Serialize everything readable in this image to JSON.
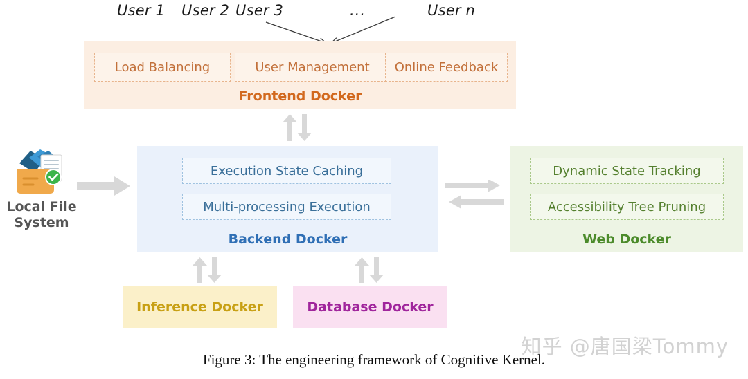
{
  "users": {
    "labels": [
      "User 1",
      "User 2",
      "User 3",
      "User n"
    ],
    "ellipsis": "..."
  },
  "dockers": {
    "frontend": {
      "title": "Frontend Docker",
      "color": "#d2691e",
      "background": "#fceee2",
      "modules": [
        "Load Balancing",
        "User Management",
        "Online Feedback"
      ]
    },
    "backend": {
      "title": "Backend Docker",
      "color": "#2f6fb5",
      "background": "#eaf1fb",
      "modules": [
        "Execution State Caching",
        "Multi-processing Execution"
      ]
    },
    "web": {
      "title": "Web Docker",
      "color": "#4c8b2b",
      "background": "#edf4e4",
      "modules": [
        "Dynamic State Tracking",
        "Accessibility Tree Pruning"
      ]
    },
    "inference": {
      "title": "Inference Docker",
      "color": "#c8a014",
      "background": "#fbf0c9"
    },
    "database": {
      "title": "Database Docker",
      "color": "#a0259c",
      "background": "#fae0f1"
    }
  },
  "local_file_system": {
    "label_line1": "Local File",
    "label_line2": "System",
    "icon": "folder-with-documents-check-icon"
  },
  "caption": "Figure 3: The engineering framework of Cognitive Kernel.",
  "watermark": "知乎 @唐国梁Tommy"
}
